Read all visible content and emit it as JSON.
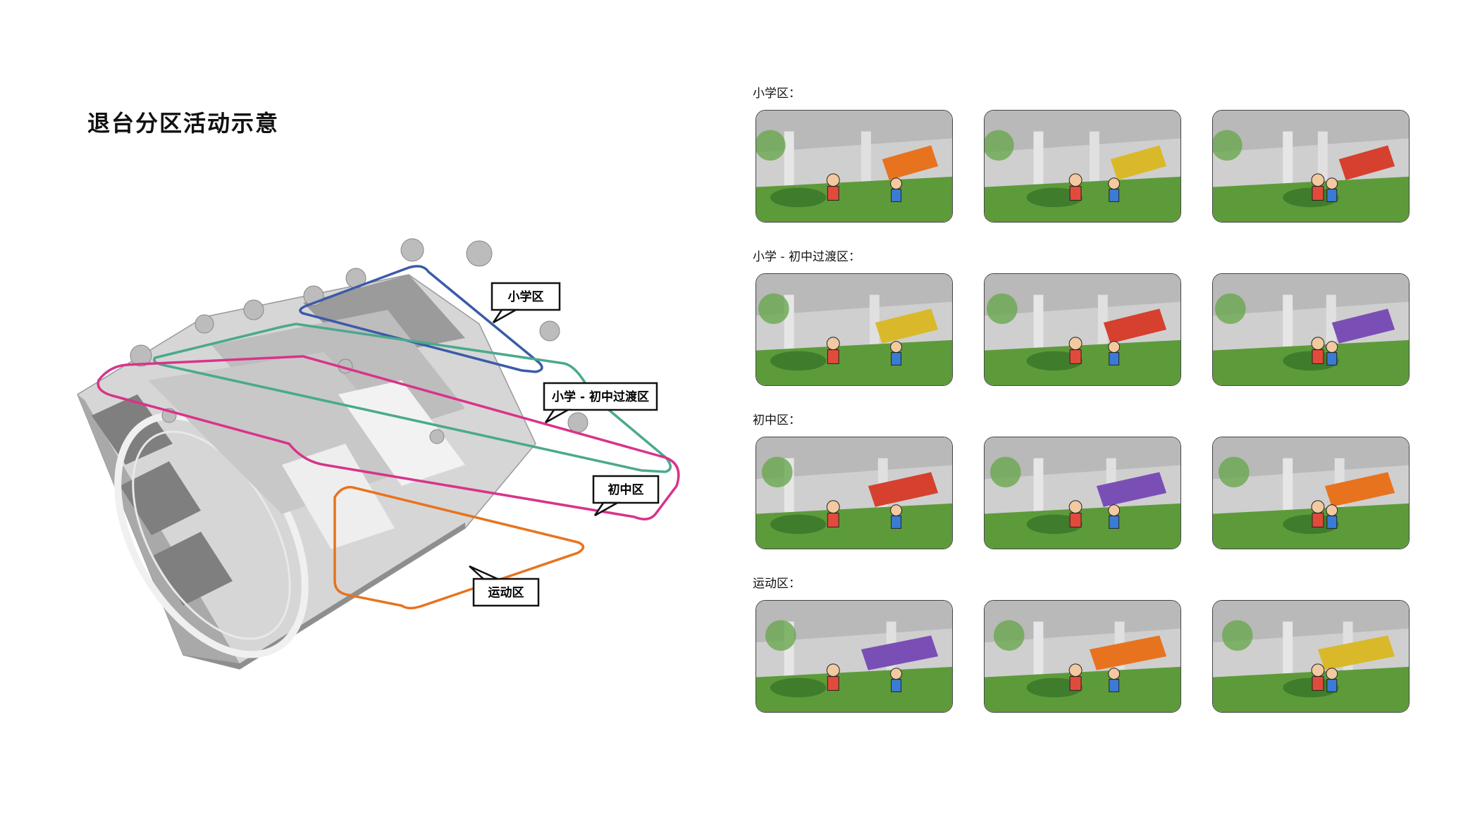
{
  "title": "退台分区活动示意",
  "callouts": {
    "primary": "小学区",
    "transition": "小学 - 初中过渡区",
    "middle": "初中区",
    "sports": "运动区"
  },
  "zones": [
    {
      "label": "小学区："
    },
    {
      "label": "小学 - 初中过渡区："
    },
    {
      "label": "初中区："
    },
    {
      "label": "运动区："
    }
  ],
  "colors": {
    "primary": "#3b5ba8",
    "transition": "#4aa98e",
    "middle": "#d9338a",
    "sports": "#e8731e"
  }
}
